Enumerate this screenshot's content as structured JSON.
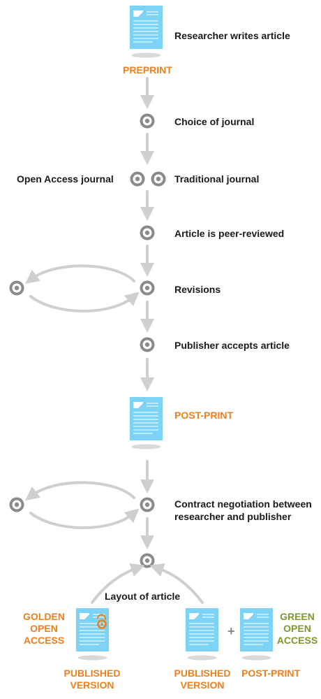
{
  "steps": {
    "writes": "Researcher writes article",
    "preprint": "PREPRINT",
    "choice": "Choice of journal",
    "open_access": "Open Access journal",
    "traditional": "Traditional journal",
    "peer_review": "Article is peer-reviewed",
    "revisions": "Revisions",
    "accepts": "Publisher accepts article",
    "postprint": "POST-PRINT",
    "contract_1": "Contract negotiation between",
    "contract_2": "researcher and publisher",
    "layout": "Layout of article"
  },
  "outcomes": {
    "golden": [
      "GOLDEN",
      "OPEN",
      "ACCESS"
    ],
    "green": [
      "GREEN",
      "OPEN",
      "ACCESS"
    ],
    "published_left": [
      "PUBLISHED",
      "VERSION"
    ],
    "published_right": [
      "PUBLISHED",
      "VERSION"
    ],
    "postprint_bottom": "POST-PRINT",
    "plus": "+"
  },
  "colors": {
    "orange": "#ee7f1a",
    "green": "#7a9a2a",
    "doc_blue": "#7dd3f5",
    "node_gray": "#8a8a8a",
    "arrow_gray": "#cfcfcf"
  },
  "icons": {
    "document": "document-icon",
    "node": "target-icon",
    "open_lock": "open-access-lock-icon"
  }
}
